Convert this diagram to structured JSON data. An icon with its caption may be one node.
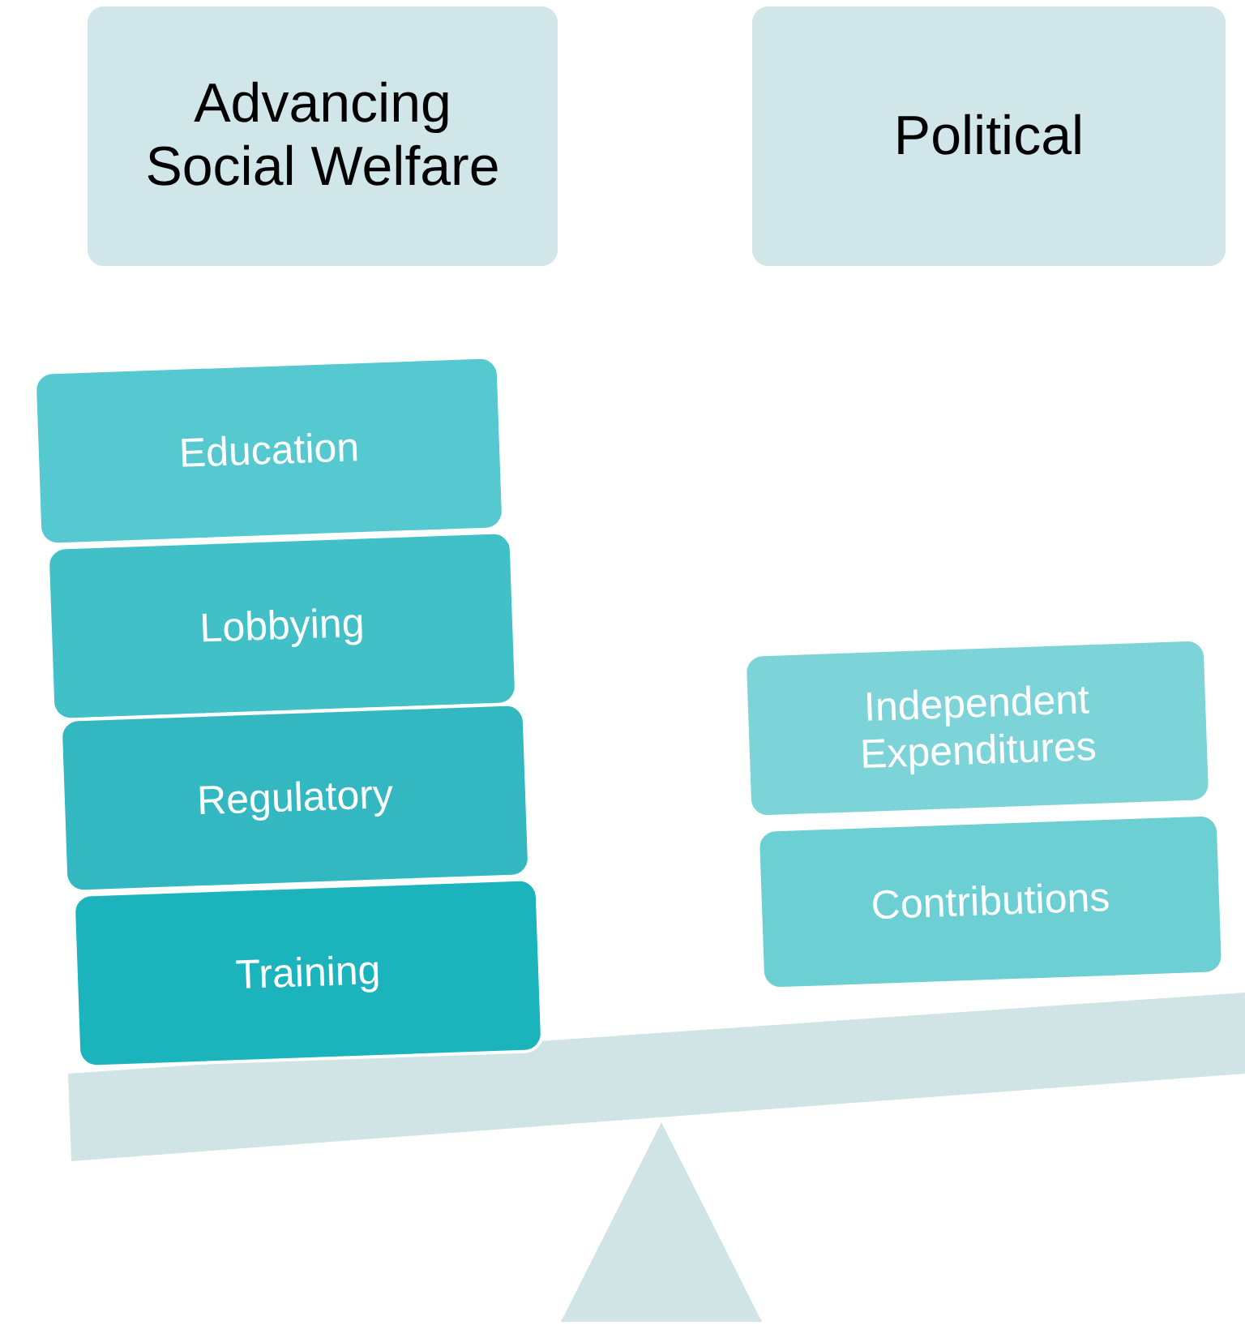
{
  "diagram": {
    "nodes": [
      {
        "text": [
          "Advancing Social Welfare"
        ]
      },
      {
        "text": [
          "Political"
        ]
      },
      {
        "text": [
          "Education"
        ]
      },
      {
        "text": [
          "Lobbying"
        ]
      },
      {
        "text": [
          "Regulatory"
        ]
      },
      {
        "text": [
          "Training"
        ]
      },
      {
        "text": [
          "Independent Expenditures"
        ]
      },
      {
        "text": [
          "Contributions"
        ]
      }
    ]
  }
}
